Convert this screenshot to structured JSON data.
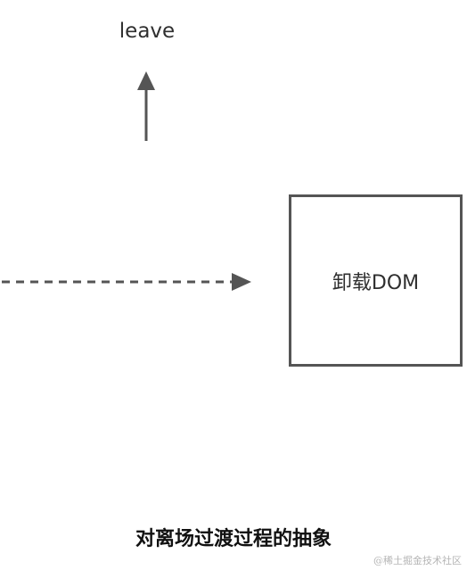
{
  "diagram": {
    "leave_label": "leave",
    "box_label": "卸载DOM",
    "caption": "对离场过渡过程的抽象",
    "watermark": "@稀土掘金技术社区",
    "colors": {
      "stroke": "#555555",
      "text": "#2f2f2f",
      "caption": "#111111",
      "watermark": "#b5b5b5"
    }
  }
}
